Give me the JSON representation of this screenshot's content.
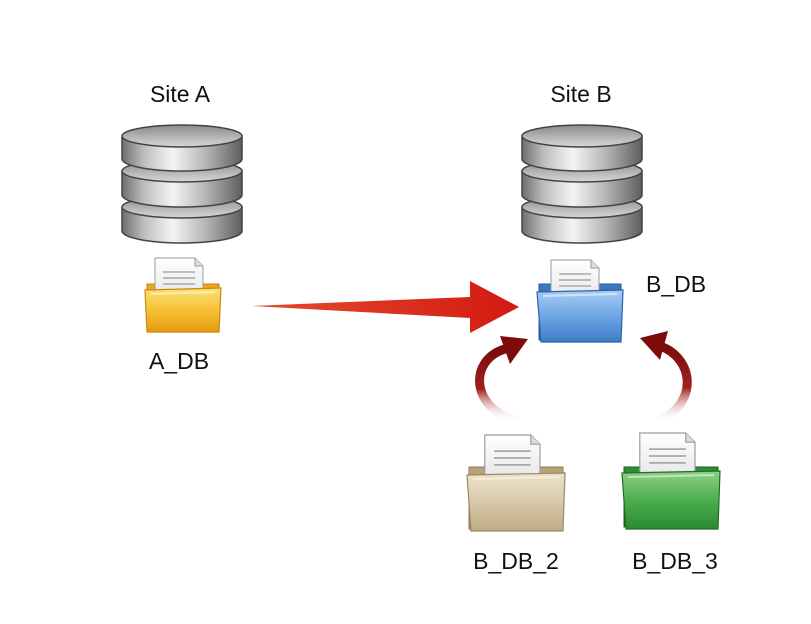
{
  "sites": [
    {
      "label": "Site A"
    },
    {
      "label": "Site B"
    }
  ],
  "databases": [
    {
      "label": "A_DB",
      "color": "#f3b31c"
    },
    {
      "label": "B_DB",
      "color": "#4f8fd6"
    },
    {
      "label": "B_DB_2",
      "color": "#cdbb98"
    },
    {
      "label": "B_DB_3",
      "color": "#2e9a3c"
    }
  ],
  "colors": {
    "main_arrow": "#d8201a",
    "sync_arrow": "#8a0d0d",
    "cylinder": "#9a9a9a"
  }
}
